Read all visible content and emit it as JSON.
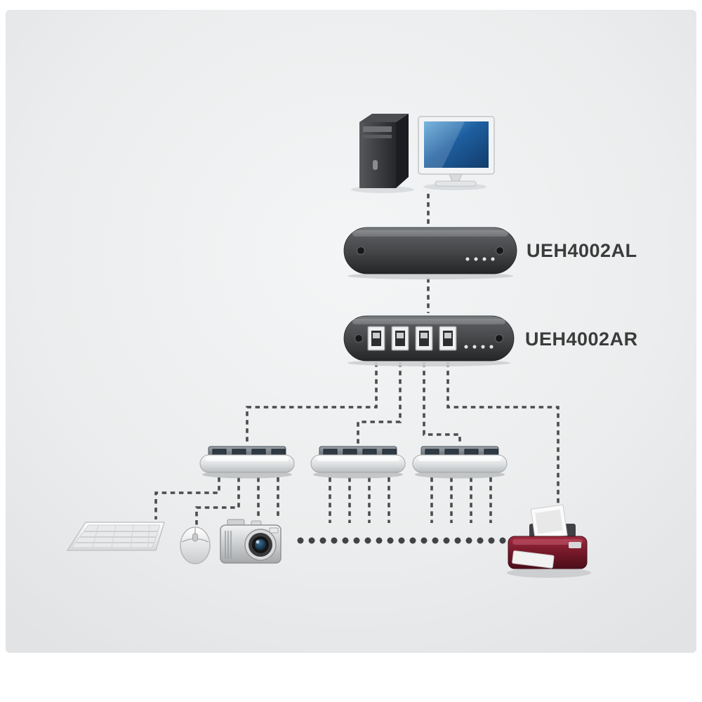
{
  "diagram": {
    "type": "topology-diagram",
    "background_color": "#eceef0",
    "line_color": "#4a4c4e",
    "label_color": "#3b3b3b",
    "labels": {
      "extender_local": "UEH4002AL",
      "extender_remote": "UEH4002AR"
    },
    "nodes": [
      {
        "id": "computer",
        "icon": "desktop-computer-icon"
      },
      {
        "id": "extender-local",
        "icon": "usb-extender-local-icon",
        "label": "UEH4002AL"
      },
      {
        "id": "extender-remote",
        "icon": "usb-extender-remote-icon",
        "label": "UEH4002AR"
      },
      {
        "id": "usb-hub-1",
        "icon": "usb-hub-icon"
      },
      {
        "id": "usb-hub-2",
        "icon": "usb-hub-icon"
      },
      {
        "id": "usb-hub-3",
        "icon": "usb-hub-icon"
      },
      {
        "id": "keyboard",
        "icon": "keyboard-icon"
      },
      {
        "id": "mouse",
        "icon": "mouse-icon"
      },
      {
        "id": "camera",
        "icon": "camera-icon"
      },
      {
        "id": "more-devices",
        "icon": "ellipsis-dots-icon"
      },
      {
        "id": "printer",
        "icon": "printer-icon"
      }
    ],
    "connections": [
      "computer - extender-local",
      "extender-local - extender-remote",
      "extender-remote - usb-hub-1",
      "extender-remote - usb-hub-2",
      "extender-remote - usb-hub-3",
      "extender-remote - printer",
      "usb-hub-1 - keyboard",
      "usb-hub-1 - mouse",
      "usb-hub-1 - camera",
      "usb-hub-2 - more-devices",
      "usb-hub-3 - more-devices"
    ]
  }
}
